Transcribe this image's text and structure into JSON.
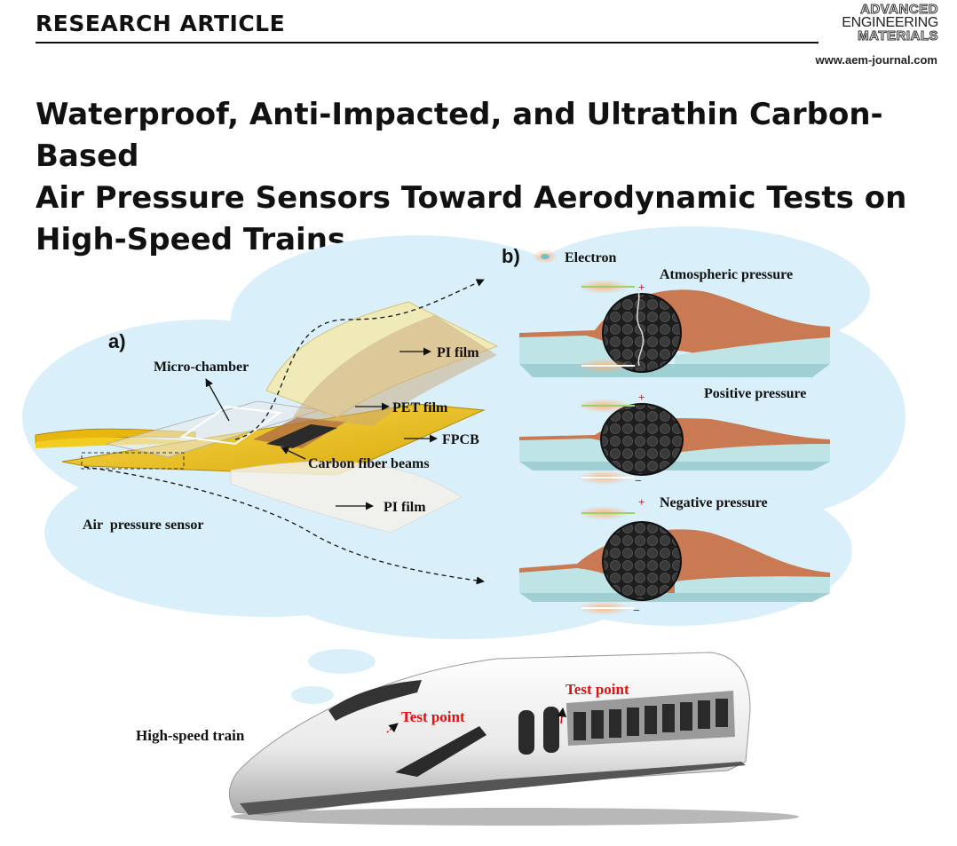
{
  "header": {
    "section_label": "RESEARCH ARTICLE",
    "logo": {
      "line1": "ADVANCED",
      "line2": "ENGINEERING",
      "line3": "MATERIALS"
    },
    "url": "www.aem-journal.com"
  },
  "article": {
    "title_lines": [
      "Waterproof, Anti-Impacted, and Ultrathin Carbon-Based",
      "Air Pressure Sensors Toward Aerodynamic Tests on",
      "High-Speed Trains"
    ]
  },
  "figure": {
    "panel_a": {
      "label": "a)",
      "micro_chamber": "Micro-chamber",
      "pi_film_top": "PI film",
      "pet_film": "PET film",
      "fpcb": "FPCB",
      "carbon_fiber_beams": "Carbon fiber beams",
      "pi_film_bottom": "PI film",
      "sensor_caption": "Air  pressure sensor"
    },
    "panel_b": {
      "label": "b)",
      "electron_legend": "Electron",
      "atmospheric": "Atmospheric pressure",
      "positive": "Positive pressure",
      "negative": "Negative pressure",
      "plus_sign": "+",
      "minus_sign": "−"
    },
    "train": {
      "caption": "High-speed train",
      "test_point_1": "Test point",
      "test_point_2": "Test point"
    },
    "colors": {
      "cloud": "#d9f0fb",
      "gold": "#f2cc1f",
      "copper": "#c97a52",
      "teal": "#bfe4e6",
      "fiber": "#2b2b2b",
      "red": "#e01010"
    }
  }
}
